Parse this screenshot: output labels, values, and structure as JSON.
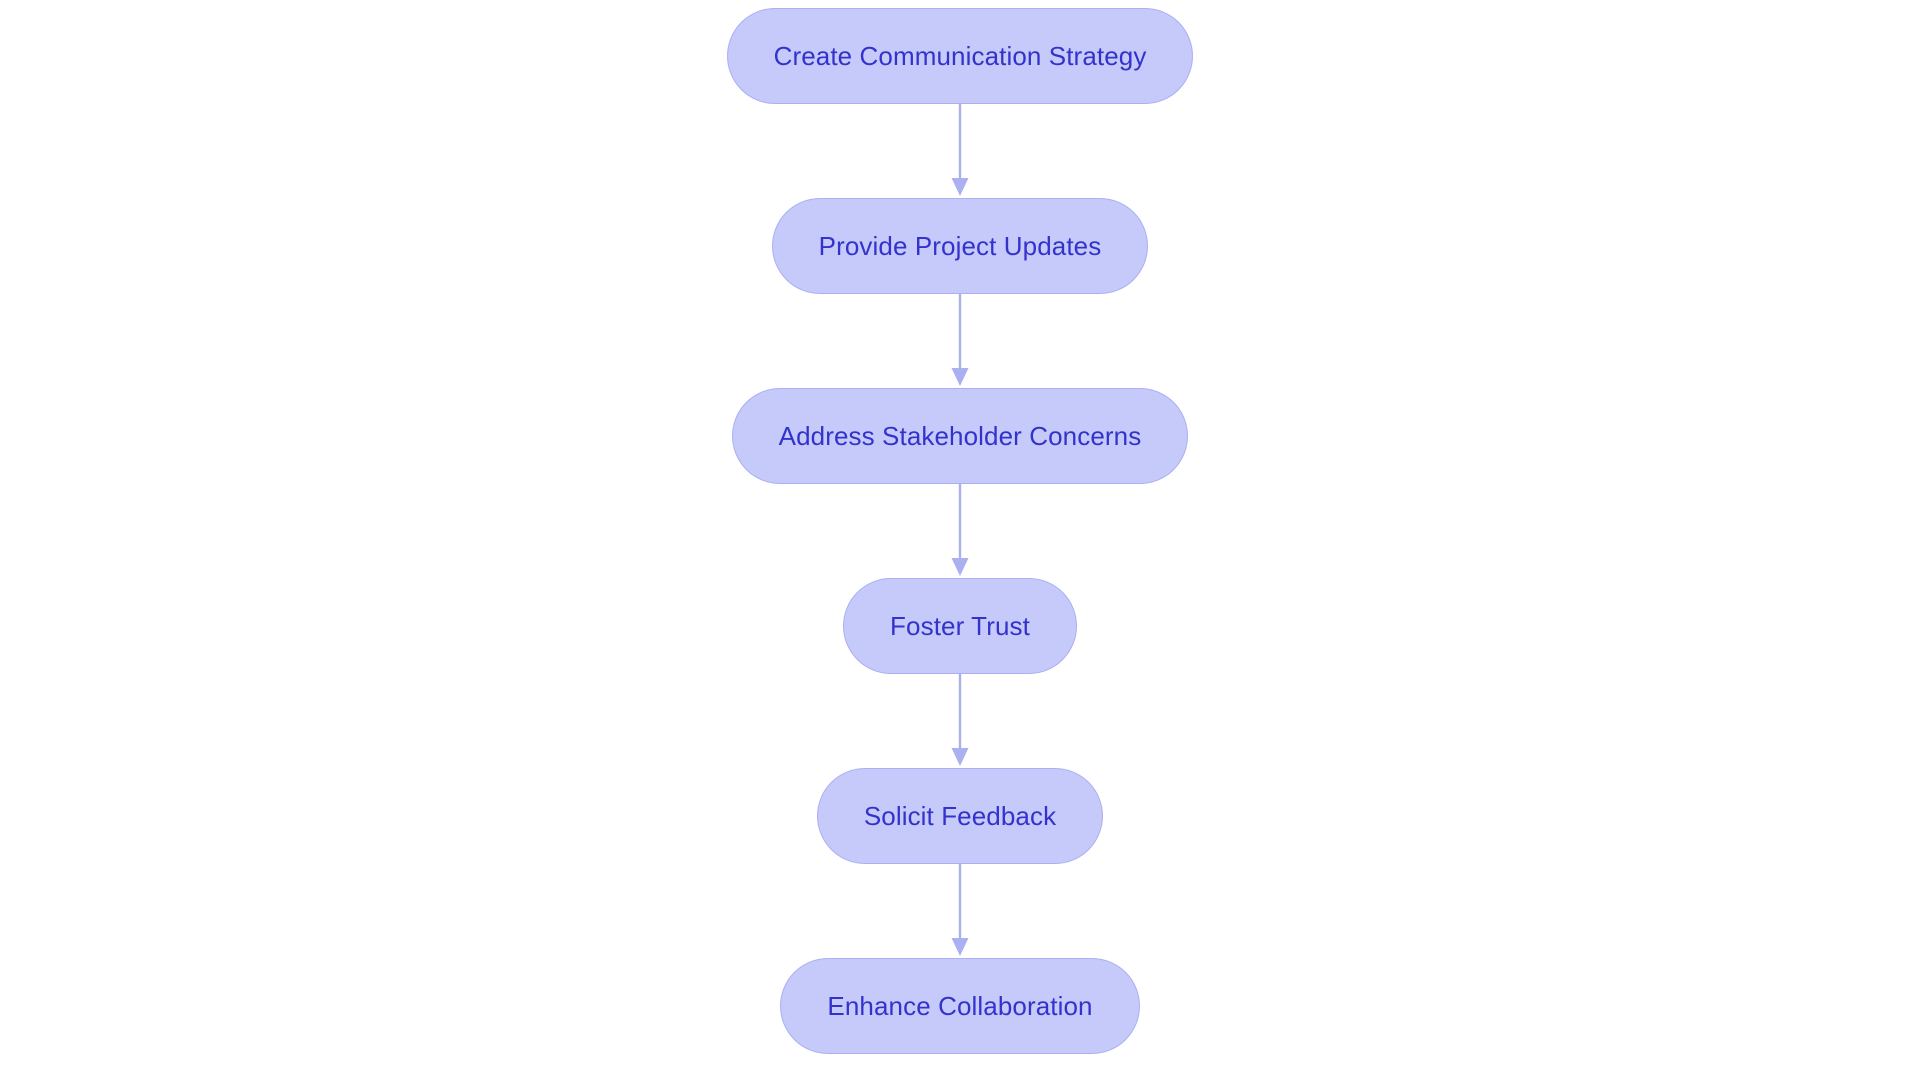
{
  "diagram": {
    "type": "flowchart",
    "orientation": "top-to-bottom",
    "title": "",
    "background_color": "#ffffff",
    "node_fill_color": "#c5cafa",
    "node_border_color": "#aab0f0",
    "node_text_color": "#3333cc",
    "edge_color": "#aab0f0",
    "node_shape": "stadium",
    "nodes": [
      {
        "id": "n1",
        "label": "Create Communication Strategy"
      },
      {
        "id": "n2",
        "label": "Provide Project Updates"
      },
      {
        "id": "n3",
        "label": "Address Stakeholder Concerns"
      },
      {
        "id": "n4",
        "label": "Foster Trust"
      },
      {
        "id": "n5",
        "label": "Solicit Feedback"
      },
      {
        "id": "n6",
        "label": "Enhance Collaboration"
      }
    ],
    "edges": [
      {
        "id": "e1",
        "from": "n1",
        "to": "n2",
        "label": "",
        "arrow": "down"
      },
      {
        "id": "e2",
        "from": "n2",
        "to": "n3",
        "label": "",
        "arrow": "down"
      },
      {
        "id": "e3",
        "from": "n3",
        "to": "n4",
        "label": "",
        "arrow": "down"
      },
      {
        "id": "e4",
        "from": "n4",
        "to": "n5",
        "label": "",
        "arrow": "down"
      },
      {
        "id": "e5",
        "from": "n5",
        "to": "n6",
        "label": "",
        "arrow": "down"
      }
    ]
  }
}
